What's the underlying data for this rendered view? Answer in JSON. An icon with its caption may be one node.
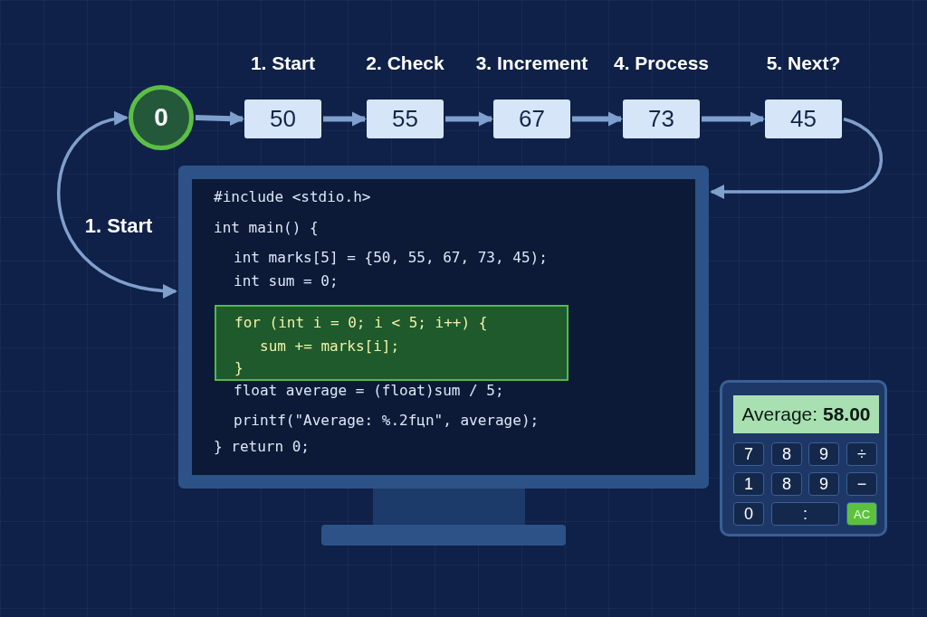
{
  "diagram": {
    "nodes": [
      {
        "text": [
          "0"
        ]
      },
      {
        "text": [
          "1. Start",
          "50"
        ]
      },
      {
        "text": [
          "2. Check",
          "55"
        ]
      },
      {
        "text": [
          "3. Increment",
          "67"
        ]
      },
      {
        "text": [
          "4. Process",
          "73"
        ]
      },
      {
        "text": [
          "5. Next?",
          "45"
        ]
      },
      {
        "text": [
          "#include <stdio.h>",
          "int main() {",
          "int marks[5] = {50, 55, 67, 73, 45);",
          "int sum = 0;",
          "float average = (float)sum / 5;",
          "printf(\"Average: %.2fцn\", average);",
          "} return 0;"
        ]
      },
      {
        "text": [
          "for (int i = 0; i < 5; i++) {",
          "sum += marks[i];",
          "}"
        ],
        "in": 6
      },
      {
        "text": [],
        "shape": "box"
      },
      {
        "text": [
          "Average: **58.00**"
        ],
        "in": 8
      },
      {
        "text": [
          "7"
        ],
        "in": 8
      },
      {
        "text": [
          "8"
        ],
        "in": 8
      },
      {
        "text": [
          "9"
        ],
        "in": 8
      },
      {
        "text": [
          "÷"
        ],
        "in": 8
      },
      {
        "text": [
          "1"
        ],
        "in": 8
      },
      {
        "text": [
          "8"
        ],
        "in": 8
      },
      {
        "text": [
          "9"
        ],
        "in": 8
      },
      {
        "text": [
          "−"
        ],
        "in": 8
      },
      {
        "text": [
          "0"
        ],
        "in": 8
      },
      {
        "text": [
          ":"
        ],
        "in": 8
      },
      {
        "text": [
          "AC"
        ],
        "in": 8
      }
    ],
    "edges": [
      {
        "from": 0,
        "to": 1,
        "arrow": "to"
      },
      {
        "from": 1,
        "to": 2,
        "arrow": "to"
      },
      {
        "from": 2,
        "to": 3,
        "arrow": "to"
      },
      {
        "from": 3,
        "to": 4,
        "arrow": "to"
      },
      {
        "from": 4,
        "to": 5,
        "arrow": "to"
      },
      {
        "from": 5,
        "to": 6,
        "arrow": "to"
      },
      {
        "from": 0,
        "to": 6,
        "arrow": "both",
        "label": "1. Start"
      }
    ]
  }
}
